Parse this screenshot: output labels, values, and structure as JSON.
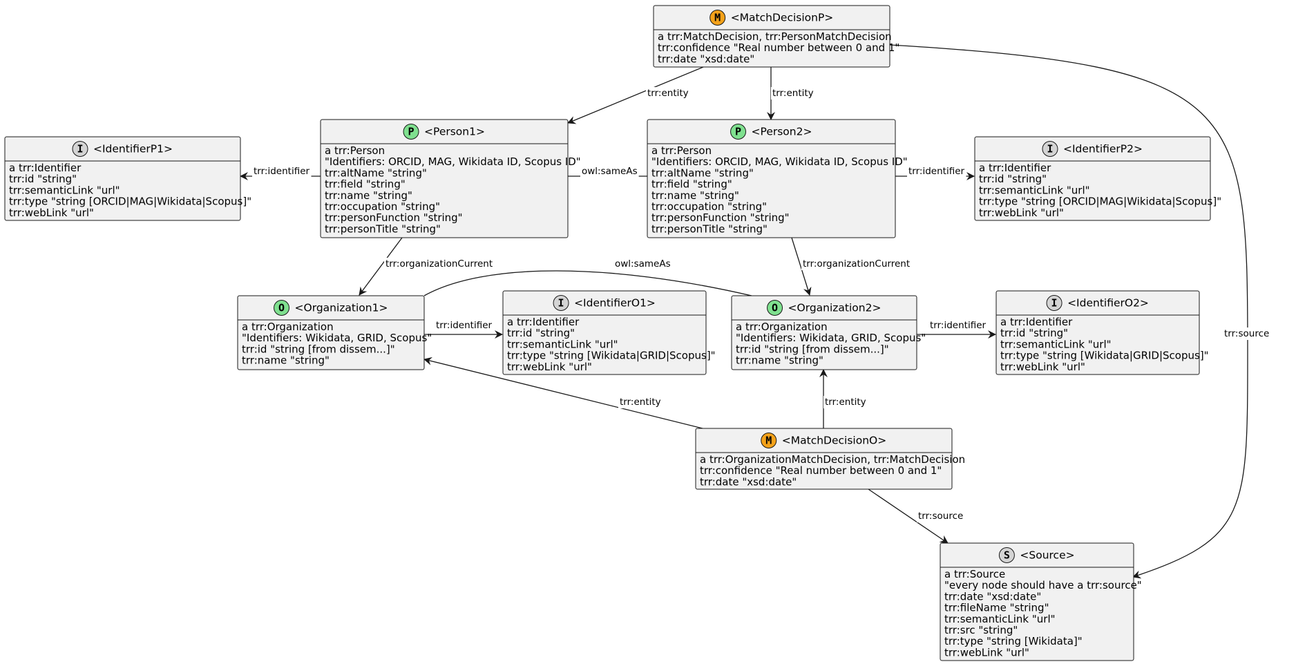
{
  "colors": {
    "node_fill": "#F1F1F1",
    "node_border": "#181818",
    "badge_M": "#F4A21A",
    "badge_P": "#7FE08F",
    "badge_O": "#7FE08F",
    "badge_I": "#D4D4D4",
    "badge_S": "#D4D4D4"
  },
  "nodes": {
    "matchDecisionP": {
      "badge": "M",
      "title": "<MatchDecisionP>",
      "lines": [
        "a trr:MatchDecision, trr:PersonMatchDecision",
        "trr:confidence \"Real number between 0 and 1\"",
        "trr:date \"xsd:date\""
      ]
    },
    "identifierP1": {
      "badge": "I",
      "title": "<IdentifierP1>",
      "lines": [
        "a trr:Identifier",
        "trr:id \"string\"",
        "trr:semanticLink \"url\"",
        "trr:type \"string [ORCID|MAG|Wikidata|Scopus]\"",
        "trr:webLink \"url\""
      ]
    },
    "person1": {
      "badge": "P",
      "title": "<Person1>",
      "lines": [
        "a trr:Person",
        "\"Identifiers: ORCID, MAG, Wikidata ID, Scopus ID\"",
        "trr:altName \"string\"",
        "trr:field \"string\"",
        "trr:name \"string\"",
        "trr:occupation \"string\"",
        "trr:personFunction \"string\"",
        "trr:personTitle \"string\""
      ]
    },
    "person2": {
      "badge": "P",
      "title": "<Person2>",
      "lines": [
        "a trr:Person",
        "\"Identifiers: ORCID, MAG, Wikidata ID, Scopus ID\"",
        "trr:altName \"string\"",
        "trr:field \"string\"",
        "trr:name \"string\"",
        "trr:occupation \"string\"",
        "trr:personFunction \"string\"",
        "trr:personTitle \"string\""
      ]
    },
    "identifierP2": {
      "badge": "I",
      "title": "<IdentifierP2>",
      "lines": [
        "a trr:Identifier",
        "trr:id \"string\"",
        "trr:semanticLink \"url\"",
        "trr:type \"string [ORCID|MAG|Wikidata|Scopus]\"",
        "trr:webLink \"url\""
      ]
    },
    "organization1": {
      "badge": "O",
      "title": "<Organization1>",
      "lines": [
        "a trr:Organization",
        "\"Identifiers: Wikidata, GRID, Scopus\"",
        "trr:id \"string [from dissem...]\"",
        "trr:name \"string\""
      ]
    },
    "identifierO1": {
      "badge": "I",
      "title": "<IdentifierO1>",
      "lines": [
        "a trr:Identifier",
        "trr:id \"string\"",
        "trr:semanticLink \"url\"",
        "trr:type \"string [Wikidata|GRID|Scopus]\"",
        "trr:webLink \"url\""
      ]
    },
    "organization2": {
      "badge": "O",
      "title": "<Organization2>",
      "lines": [
        "a trr:Organization",
        "\"Identifiers: Wikidata, GRID, Scopus\"",
        "trr:id \"string [from dissem...]\"",
        "trr:name \"string\""
      ]
    },
    "identifierO2": {
      "badge": "I",
      "title": "<IdentifierO2>",
      "lines": [
        "a trr:Identifier",
        "trr:id \"string\"",
        "trr:semanticLink \"url\"",
        "trr:type \"string [Wikidata|GRID|Scopus]\"",
        "trr:webLink \"url\""
      ]
    },
    "matchDecisionO": {
      "badge": "M",
      "title": "<MatchDecisionO>",
      "lines": [
        "a trr:OrganizationMatchDecision, trr:MatchDecision",
        "trr:confidence \"Real number between 0 and 1\"",
        "trr:date \"xsd:date\""
      ]
    },
    "source": {
      "badge": "S",
      "title": "<Source>",
      "lines": [
        "a trr:Source",
        "\"every node should have a trr:source\"",
        "trr:date \"xsd:date\"",
        "trr:fileName \"string\"",
        "trr:semanticLink \"url\"",
        "trr:src \"string\"",
        "trr:type \"string [Wikidata]\"",
        "trr:webLink \"url\""
      ]
    }
  },
  "edges": {
    "mdp_person1": "trr:entity",
    "mdp_person2": "trr:entity",
    "mdp_source": "trr:source",
    "person1_idp1": "trr:identifier",
    "person1_person2": "owl:sameAs",
    "person2_idp2": "trr:identifier",
    "person1_org1": "trr:organizationCurrent",
    "person2_org2": "trr:organizationCurrent",
    "org1_org2": "owl:sameAs",
    "org1_ido1": "trr:identifier",
    "org2_ido2": "trr:identifier",
    "mdo_org1": "trr:entity",
    "mdo_org2": "trr:entity",
    "mdo_source": "trr:source"
  }
}
